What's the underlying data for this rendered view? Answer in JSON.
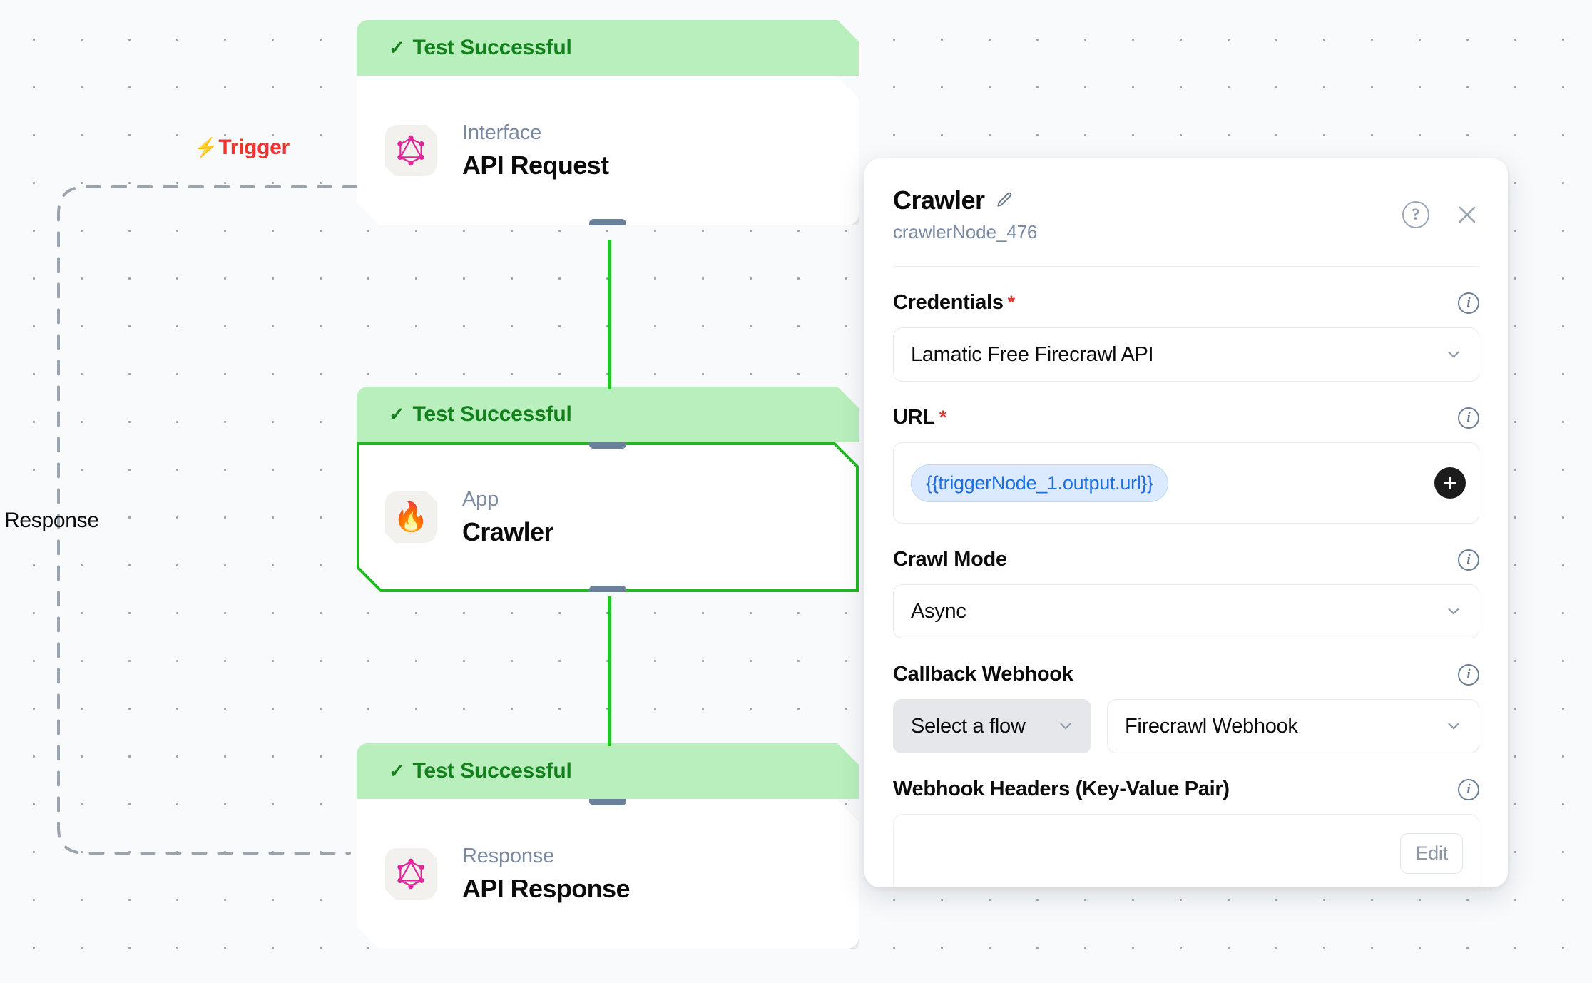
{
  "canvas": {
    "edges": [
      {
        "id": "trigger",
        "label": "Trigger",
        "icon": "lightning-bolt-icon",
        "color": "#f0332e"
      },
      {
        "id": "response",
        "label": "Response",
        "color": "#0c0c0c"
      }
    ]
  },
  "nodes": [
    {
      "id": "api-request",
      "status": "Test Successful",
      "status_check": "✓",
      "kind": "Interface",
      "title": "API Request",
      "icon": "graphql-icon",
      "selected": false
    },
    {
      "id": "crawler",
      "status": "Test Successful",
      "status_check": "✓",
      "kind": "App",
      "title": "Crawler",
      "icon": "fire-icon",
      "icon_glyph": "🔥",
      "selected": true
    },
    {
      "id": "api-response",
      "status": "Test Successful",
      "status_check": "✓",
      "kind": "Response",
      "title": "API Response",
      "icon": "graphql-icon",
      "selected": false
    }
  ],
  "panel": {
    "title": "Crawler",
    "subtitle": "crawlerNode_476",
    "edit_title_icon": "pencil-icon",
    "help_icon": "help-circle-icon",
    "help_glyph": "?",
    "close_icon": "close-icon",
    "fields": {
      "credentials": {
        "label": "Credentials",
        "required": "*",
        "value": "Lamatic Free Firecrawl API",
        "info_glyph": "i"
      },
      "url": {
        "label": "URL",
        "required": "*",
        "token": "{{triggerNode_1.output.url}}",
        "add_icon": "plus-icon",
        "info_glyph": "i"
      },
      "crawl_mode": {
        "label": "Crawl Mode",
        "value": "Async",
        "info_glyph": "i"
      },
      "callback_webhook": {
        "label": "Callback Webhook",
        "flow_placeholder": "Select a flow",
        "webhook_value": "Firecrawl Webhook",
        "info_glyph": "i"
      },
      "webhook_headers": {
        "label": "Webhook Headers (Key-Value Pair)",
        "edit_label": "Edit",
        "info_glyph": "i"
      }
    }
  },
  "colors": {
    "status_bg": "#b9efbd",
    "status_text": "#12801b",
    "selection_border": "#22b824",
    "connector": "#22c522",
    "trigger_red": "#f0332e",
    "token_blue": "#1f6fe0",
    "canvas_bg": "#f8fafc"
  }
}
